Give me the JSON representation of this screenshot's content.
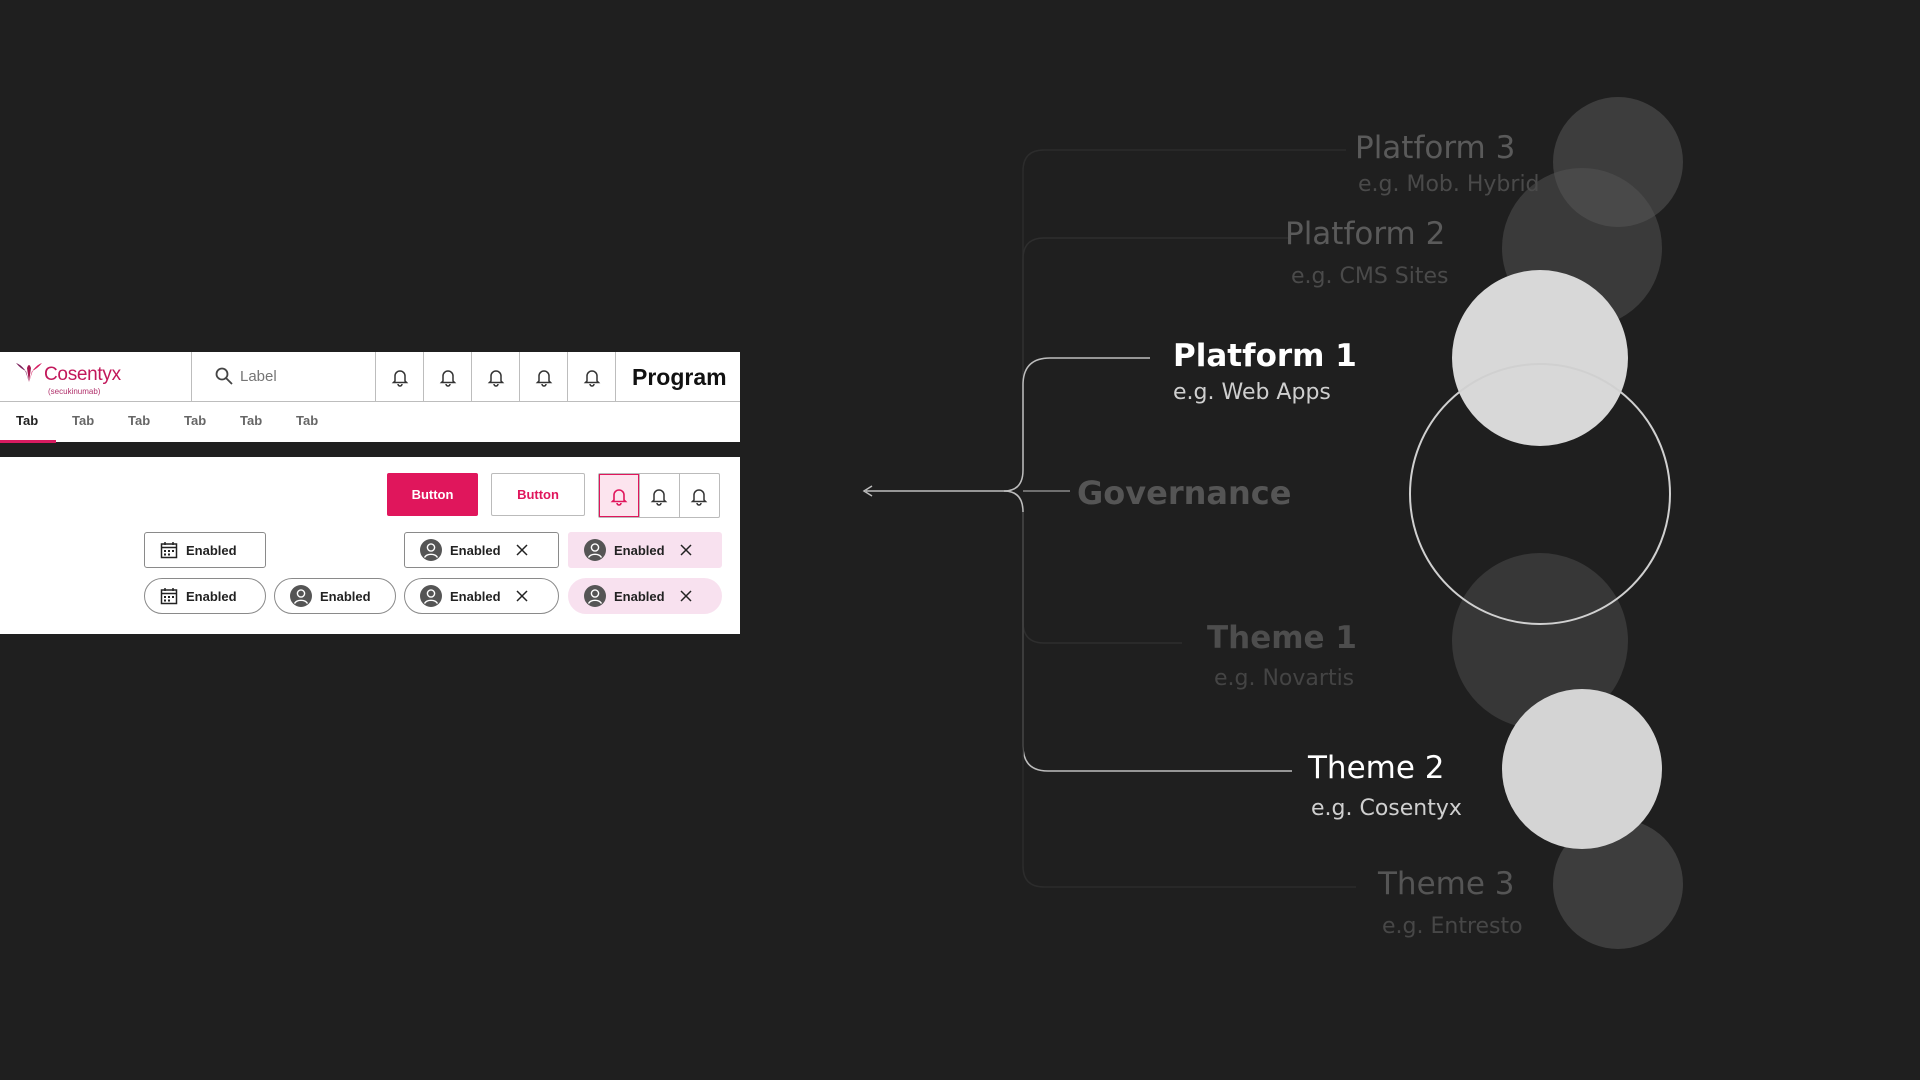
{
  "ui": {
    "logo": {
      "name": "Cosentyx",
      "sub": "(secukinumab)",
      "brand_color": "#c2185b"
    },
    "search": {
      "placeholder": "Label"
    },
    "program_label": "Program",
    "tabs": [
      {
        "label": "Tab",
        "active": true
      },
      {
        "label": "Tab",
        "active": false
      },
      {
        "label": "Tab",
        "active": false
      },
      {
        "label": "Tab",
        "active": false
      },
      {
        "label": "Tab",
        "active": false
      },
      {
        "label": "Tab",
        "active": false
      }
    ],
    "buttons": {
      "primary": "Button",
      "secondary": "Button"
    },
    "accent_color": "#e0165c",
    "chips": {
      "row1": [
        "Enabled",
        "Enabled",
        "Enabled"
      ],
      "row2": [
        "Enabled",
        "Enabled",
        "Enabled",
        "Enabled"
      ]
    }
  },
  "diagram": {
    "center": "Governance",
    "nodes": {
      "platform3": {
        "title": "Platform 3",
        "sub": "e.g. Mob. Hybrid"
      },
      "platform2": {
        "title": "Platform 2",
        "sub": "e.g. CMS Sites"
      },
      "platform1": {
        "title": "Platform 1",
        "sub": "e.g. Web Apps"
      },
      "theme1": {
        "title": "Theme 1",
        "sub": "e.g. Novartis"
      },
      "theme2": {
        "title": "Theme 2",
        "sub": "e.g. Cosentyx"
      },
      "theme3": {
        "title": "Theme 3",
        "sub": "e.g. Entresto"
      }
    }
  }
}
